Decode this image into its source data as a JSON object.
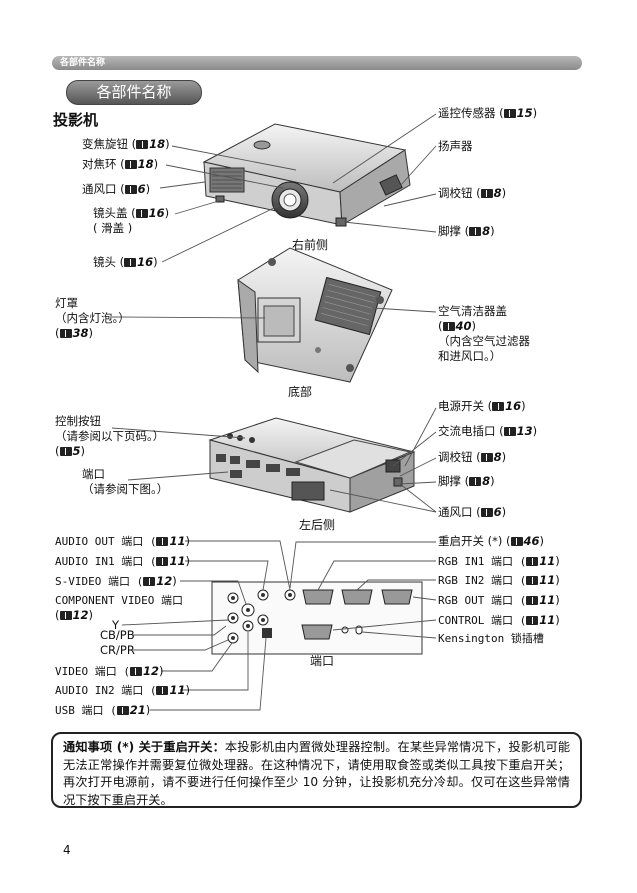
{
  "header": {
    "text": "各部件名称"
  },
  "title": "各部件名称",
  "section": "投影机",
  "labels_front": {
    "zoom": {
      "text": "变焦旋钮 (",
      "ref": "18"
    },
    "focus": {
      "text": "对焦环 (",
      "ref": "18"
    },
    "vent": {
      "text": "通风口 (",
      "ref": "6"
    },
    "lens_cover": {
      "text": "镜头盖 (",
      "ref": "16",
      "note": "( 滑盖 )"
    },
    "lens": {
      "text": "镜头 (",
      "ref": "16"
    },
    "remote_sensor": {
      "text": "遥控传感器 (",
      "ref": "15"
    },
    "speaker": {
      "text": "扬声器"
    },
    "adjust_button": {
      "text": "调校钮 (",
      "ref": "8"
    },
    "foot": {
      "text": "脚撑 (",
      "ref": "8"
    },
    "caption": "右前侧"
  },
  "labels_bottom": {
    "lamp_cover": {
      "text": "灯罩",
      "note": "（内含灯泡。）",
      "ref": "38"
    },
    "filter_cover": {
      "text": "空气清洁器盖",
      "ref": "40",
      "note1": "（内含空气过滤器",
      "note2": "和进风口。）"
    },
    "caption": "底部"
  },
  "labels_rear": {
    "control_buttons": {
      "text": "控制按钮",
      "note": "（请参阅以下页码。）",
      "ref": "5"
    },
    "ports": {
      "text": "端口",
      "note": "（请参阅下图。）"
    },
    "power_switch": {
      "text": "电源开关 (",
      "ref": "16"
    },
    "ac_inlet": {
      "text": "交流电插口 (",
      "ref": "13"
    },
    "adjust_button": {
      "text": "调校钮 (",
      "ref": "8"
    },
    "foot": {
      "text": "脚撑 (",
      "ref": "8"
    },
    "vent": {
      "text": "通风口 (",
      "ref": "6"
    },
    "caption": "左后侧"
  },
  "labels_ports": {
    "audio_out": {
      "text": "AUDIO OUT 端口 (",
      "ref": "11"
    },
    "audio_in1": {
      "text": "AUDIO IN1 端口 (",
      "ref": "11"
    },
    "svideo": {
      "text": "S-VIDEO 端口 (",
      "ref": "12"
    },
    "component": {
      "text": "COMPONENT VIDEO 端口",
      "ref": "12"
    },
    "y": "Y",
    "cb": "CB/PB",
    "cr": "CR/PR",
    "video": {
      "text": "VIDEO 端口 (",
      "ref": "12"
    },
    "audio_in2": {
      "text": "AUDIO IN2 端口 (",
      "ref": "11"
    },
    "usb": {
      "text": "USB 端口 (",
      "ref": "21"
    },
    "restart": {
      "text": "重启开关 (*) (",
      "ref": "46"
    },
    "rgb_in1": {
      "text": "RGB IN1 端口 (",
      "ref": "11"
    },
    "rgb_in2": {
      "text": "RGB IN2 端口 (",
      "ref": "11"
    },
    "rgb_out": {
      "text": "RGB OUT 端口 (",
      "ref": "11"
    },
    "control": {
      "text": "CONTROL 端口 (",
      "ref": "11"
    },
    "kensington": {
      "text": "Kensington 锁插槽"
    },
    "caption": "端口"
  },
  "notice": {
    "heading": "通知事项 (*) 关于重启开关：",
    "body": "本投影机由内置微处理器控制。在某些异常情况下，投影机可能无法正常操作并需要复位微处理器。在这种情况下，请使用取食签或类似工具按下重启开关；再次打开电源前，请不要进行任何操作至少 10 分钟，让投影机充分冷却。仅可在这些异常情况下按下重启开关。"
  },
  "page_number": "4"
}
